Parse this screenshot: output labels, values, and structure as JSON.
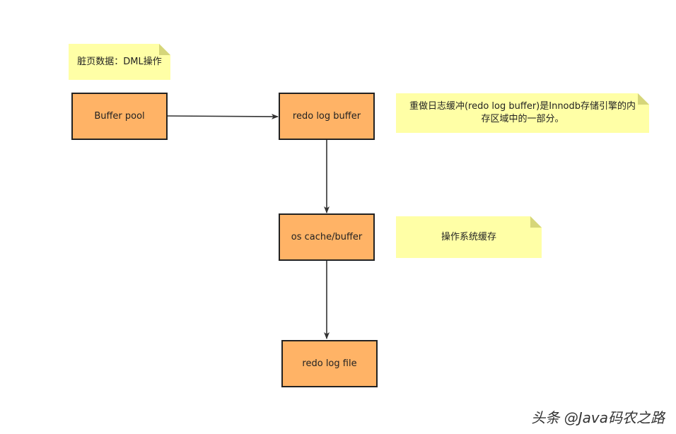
{
  "colors": {
    "box_fill": "#ffb366",
    "box_border": "#222222",
    "note_fill": "#ffffa6",
    "note_fold": "#d6d67a",
    "arrow": "#333333"
  },
  "nodes": {
    "buffer_pool": "Buffer pool",
    "redo_log_buffer": "redo log buffer",
    "os_cache_buffer": "os cache/buffer",
    "redo_log_file": "redo log file"
  },
  "notes": {
    "dirty_page": "脏页数据：DML操作",
    "redo_buffer_desc": "重做日志缓冲(redo log buffer)是Innodb存储引擎的内存区域中的一部分。",
    "os_cache_desc": "操作系统缓存"
  },
  "watermark": "头条 @Java码农之路"
}
